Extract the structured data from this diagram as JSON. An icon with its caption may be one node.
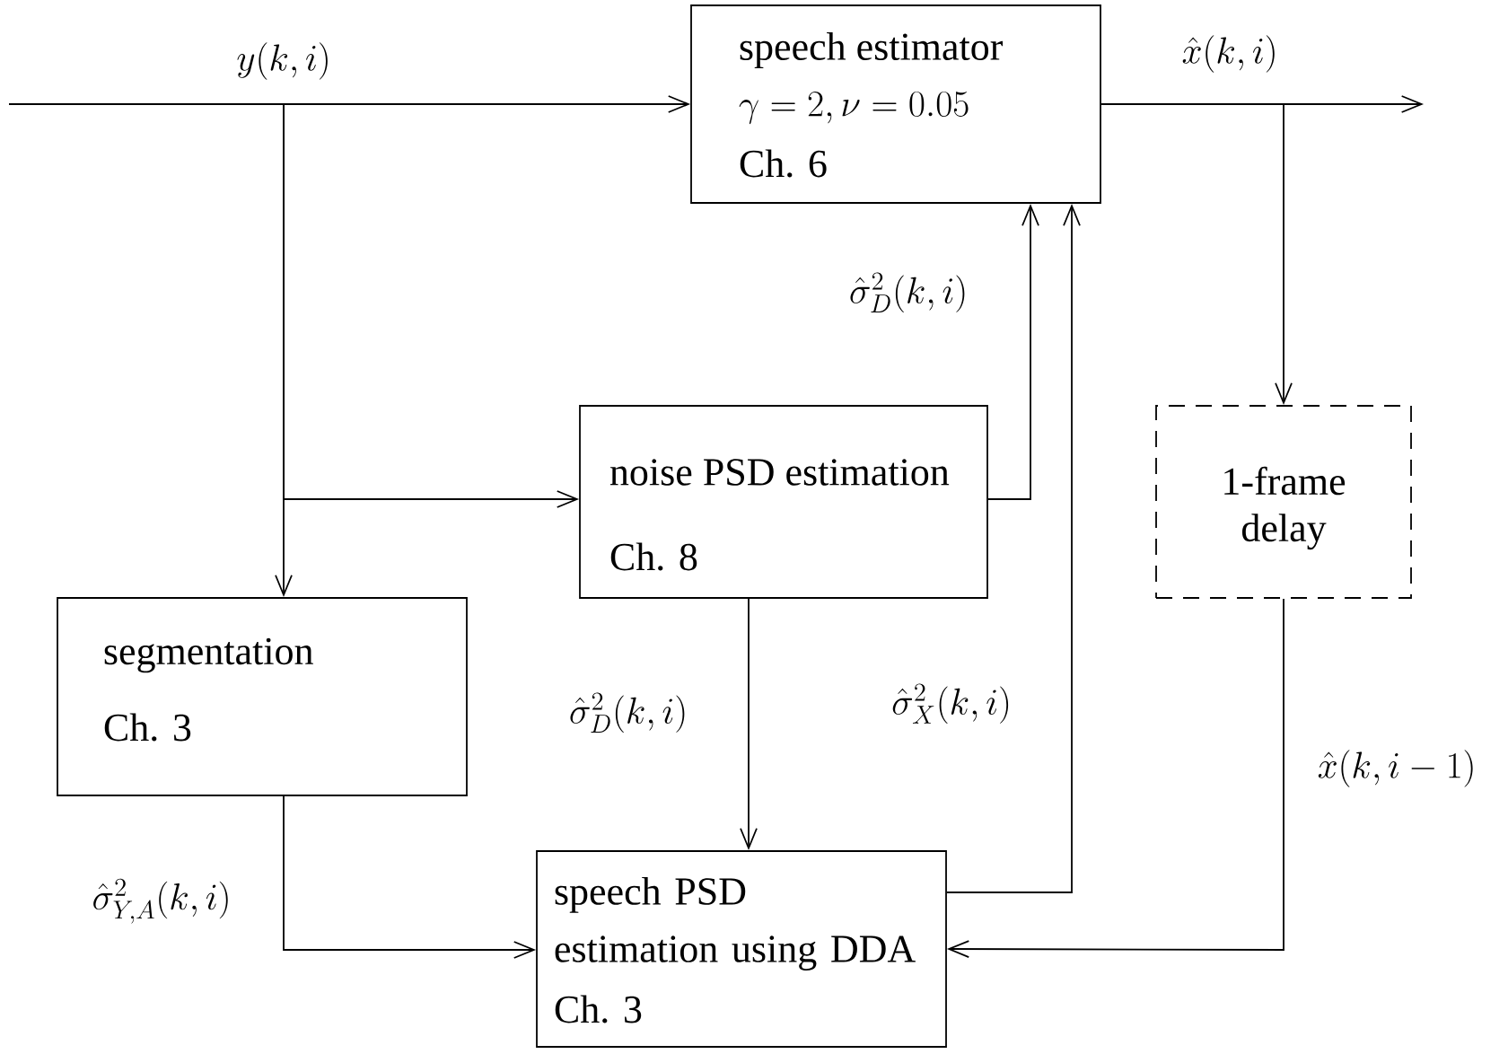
{
  "diagram": {
    "nodes": [
      {
        "text": [
          "speech estimator",
          "\\gamma = 2, \\nu = 0.05",
          "Ch. 6"
        ]
      },
      {
        "text": [
          "noise PSD estimation",
          "Ch. 8"
        ]
      },
      {
        "text": [
          "1-frame delay"
        ]
      },
      {
        "text": [
          "segmentation",
          "Ch. 3"
        ]
      },
      {
        "text": [
          "speech PSD estimation using DDA",
          "Ch. 3"
        ]
      }
    ],
    "edges": [
      {
        "from": null,
        "to": 0,
        "arrow": "to",
        "label": "y(k,i)"
      },
      {
        "from": null,
        "to": 1,
        "arrow": "to"
      },
      {
        "from": null,
        "to": 3,
        "arrow": "to"
      },
      {
        "from": 0,
        "to": null,
        "arrow": "to",
        "label": "\\hat{x}(k,i)"
      },
      {
        "from": 0,
        "to": 2,
        "arrow": "to"
      },
      {
        "from": 1,
        "to": 0,
        "arrow": "to",
        "label": "\\hat{\\sigma}_D^2(k,i)"
      },
      {
        "from": 1,
        "to": 4,
        "arrow": "to",
        "label": "\\hat{\\sigma}_D^2(k,i)"
      },
      {
        "from": 4,
        "to": 0,
        "arrow": "to",
        "label": "\\hat{\\sigma}_X^2(k,i)"
      },
      {
        "from": 3,
        "to": 4,
        "arrow": "to",
        "label": "\\hat{\\sigma}_{Y,A}^2(k,i)"
      },
      {
        "from": 2,
        "to": 4,
        "arrow": "to",
        "label": "\\hat{x}(k,i-1)"
      }
    ]
  }
}
